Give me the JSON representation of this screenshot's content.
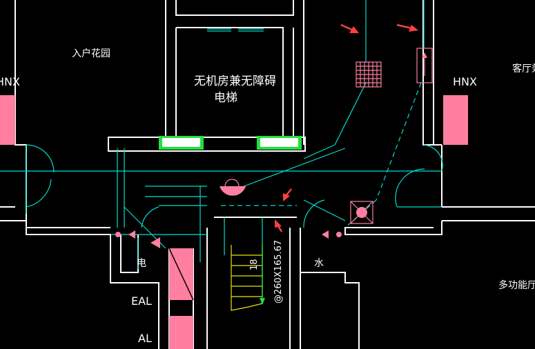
{
  "labels": {
    "entrance_garden": "入户花园",
    "elevator_line1": "无机房兼无障碍",
    "elevator_line2": "电梯",
    "hnx_left": "HNX",
    "hnx_right": "HNX",
    "living_room": "客厅兼餐",
    "multi_hall": "多功能厅",
    "electric": "电",
    "water": "水",
    "eal": "EAL",
    "al": "AL",
    "stair_count": "18",
    "stair_dim": "@260X165.67"
  },
  "colors": {
    "wall": "#ffffff",
    "cyan": "#00e0d0",
    "pink": "#ff7fa0",
    "yellow": "#e8e800",
    "red_arrow": "#ff4040"
  }
}
